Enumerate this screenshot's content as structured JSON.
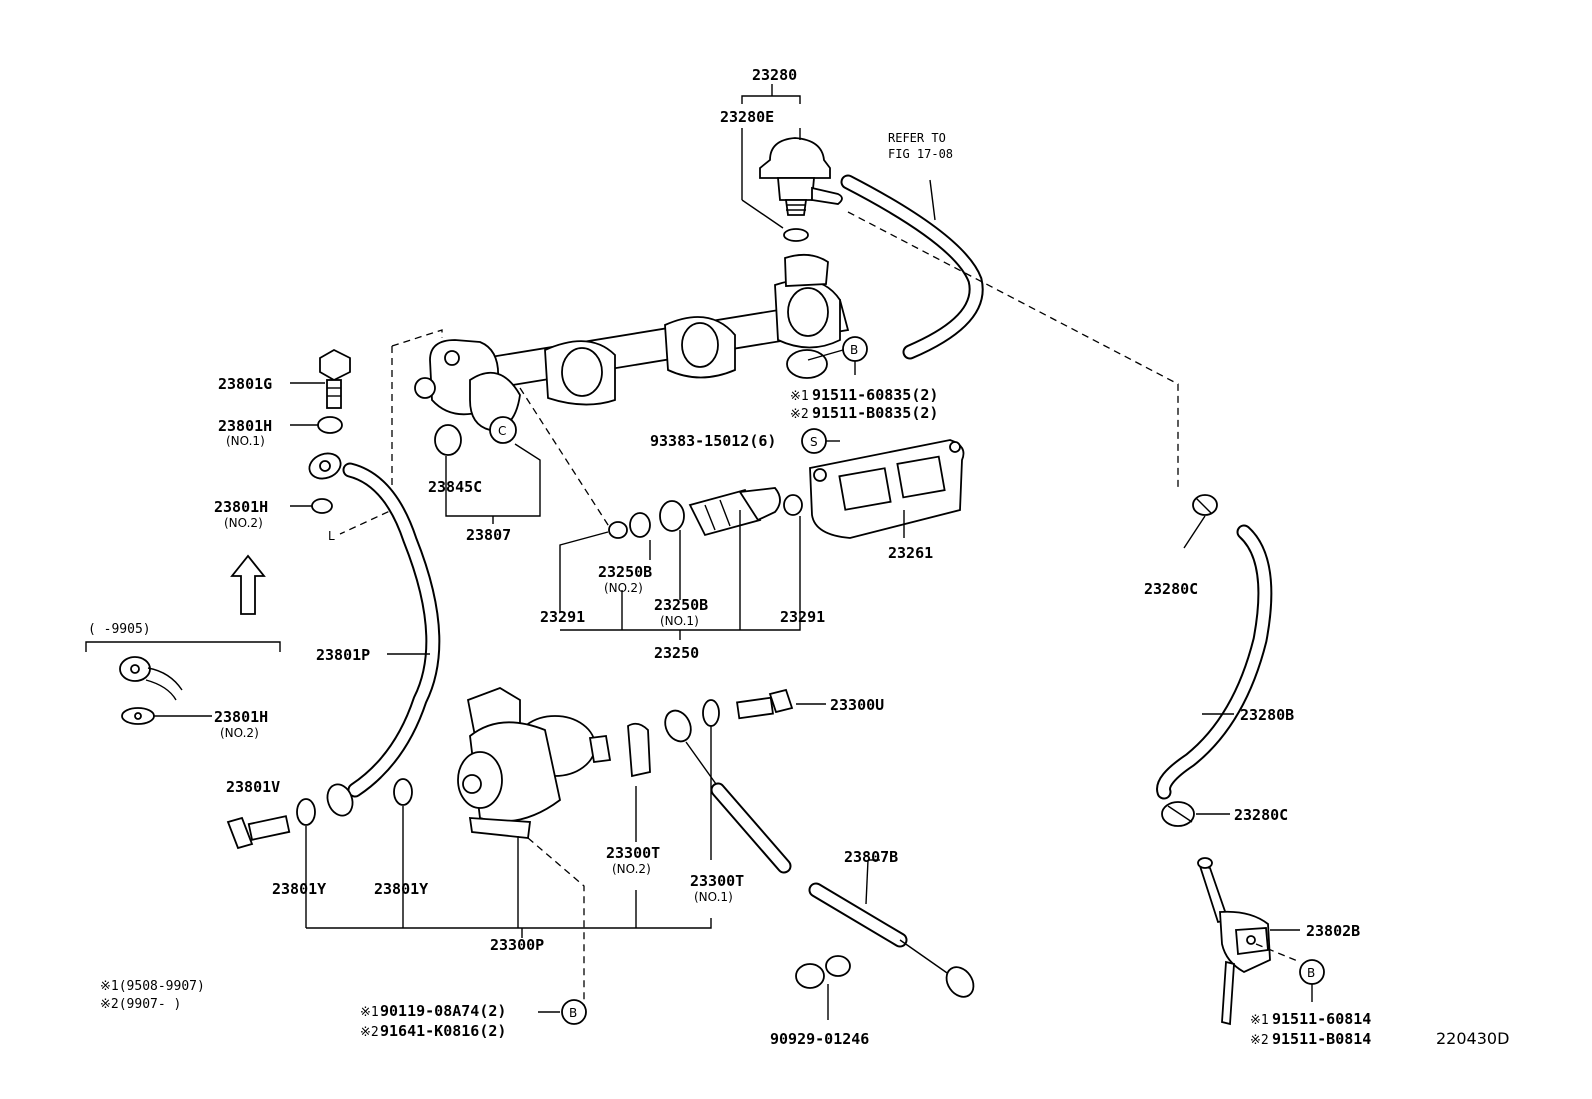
{
  "figure_code": "220430D",
  "refer_note": [
    "REFER TO",
    "FIG 17-08"
  ],
  "parts": {
    "p23280": "23280",
    "p23280E": "23280E",
    "p23801G": "23801G",
    "p23801H_no1": "23801H",
    "p23801H_no1_sub": "(NO.1)",
    "p23801H_no2": "23801H",
    "p23801H_no2_sub": "(NO.2)",
    "p23801H_no2b": "23801H",
    "p23801H_no2b_sub": "(NO.2)",
    "p23845C": "23845C",
    "p23807": "23807",
    "p9151160835": "91511-60835(2)",
    "p91511B0835": "91511-B0835(2)",
    "p9338315012": "93383-15012(6)",
    "p23261": "23261",
    "p23280C_a": "23280C",
    "p23250B_no2": "23250B",
    "p23250B_no2_sub": "(NO.2)",
    "p23250B_no1": "23250B",
    "p23250B_no1_sub": "(NO.1)",
    "p23291_a": "23291",
    "p23291_b": "23291",
    "p23250": "23250",
    "p23801P": "23801P",
    "p23300U": "23300U",
    "p23280B": "23280B",
    "p23801V": "23801V",
    "p23280C_b": "23280C",
    "p23300T_no2": "23300T",
    "p23300T_no2_sub": "(NO.2)",
    "p23807B": "23807B",
    "p23300T_no1": "23300T",
    "p23300T_no1_sub": "(NO.1)",
    "p23801Y_a": "23801Y",
    "p23801Y_b": "23801Y",
    "p23802B": "23802B",
    "p23300P": "23300P",
    "p9011908A74": "90119-08A74(2)",
    "p91641K0816": "91641-K0816(2)",
    "p9092901246": "90929-01246",
    "p9151160814": "91511-60814",
    "p91511B0814": "91511-B0814"
  },
  "markers": {
    "note1": "※1",
    "note2": "※2",
    "circle_b": "B",
    "circle_c": "C",
    "circle_s": "S",
    "l": "L"
  },
  "range_label": "(     -9905)",
  "legend": {
    "line1": "※1(9508-9907)",
    "line2": "※2(9907-      )"
  }
}
